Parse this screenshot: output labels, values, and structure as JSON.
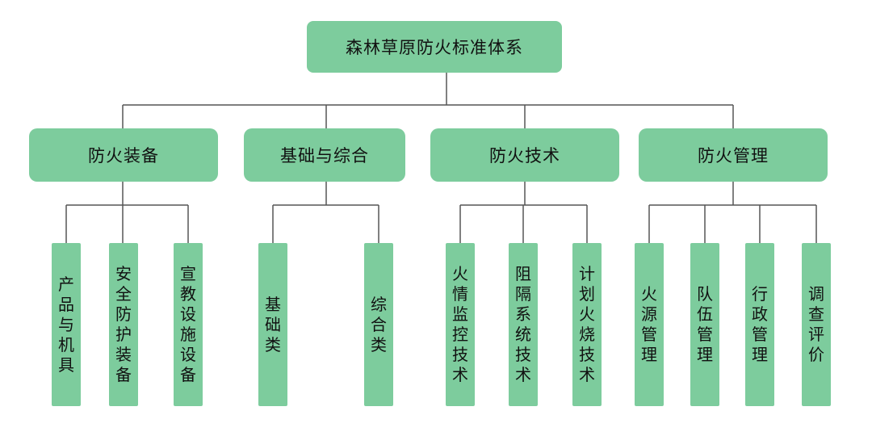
{
  "diagram": {
    "root": "森林草原防火标准体系",
    "categories": [
      {
        "label": "防火装备",
        "leaves": [
          "产品与机具",
          "安全防护装备",
          "宣教设施设备"
        ]
      },
      {
        "label": "基础与综合",
        "leaves": [
          "基础类",
          "综合类"
        ]
      },
      {
        "label": "防火技术",
        "leaves": [
          "火情监控技术",
          "阻隔系统技术",
          "计划火烧技术"
        ]
      },
      {
        "label": "防火管理",
        "leaves": [
          "火源管理",
          "队伍管理",
          "行政管理",
          "调查评价"
        ]
      }
    ],
    "colors": {
      "box_fill": "#7dcc9d",
      "connector": "#555555",
      "text": "#111111"
    }
  }
}
